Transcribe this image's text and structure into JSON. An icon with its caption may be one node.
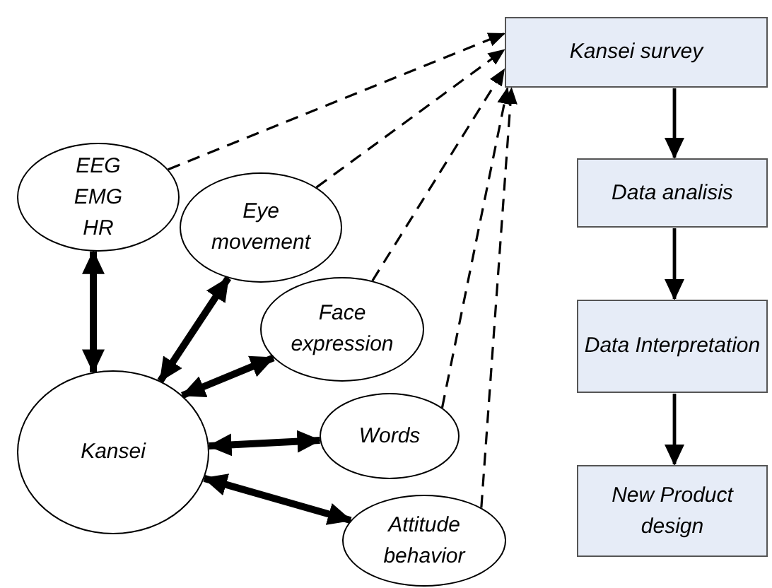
{
  "diagram": {
    "nodes": [
      {
        "text": [
          "Kansei survey"
        ]
      },
      {
        "text": [
          "EEG EMG HR"
        ]
      },
      {
        "text": [
          "Eye movement"
        ]
      },
      {
        "text": [
          "Data analisis"
        ]
      },
      {
        "text": [
          "Face expression"
        ]
      },
      {
        "text": [
          "Data Interpretation"
        ]
      },
      {
        "text": [
          "Kansei"
        ]
      },
      {
        "text": [
          "Words"
        ]
      },
      {
        "text": [
          "New Product design"
        ]
      },
      {
        "text": [
          "Attitude behavior"
        ]
      }
    ],
    "edges": [
      {
        "from": 1,
        "to": 0,
        "arrow": "to",
        "style": "dashed"
      },
      {
        "from": 2,
        "to": 0,
        "arrow": "to",
        "style": "dashed"
      },
      {
        "from": 4,
        "to": 0,
        "arrow": "to",
        "style": "dashed"
      },
      {
        "from": 7,
        "to": 0,
        "arrow": "to",
        "style": "dashed"
      },
      {
        "from": 9,
        "to": 0,
        "arrow": "to",
        "style": "dashed"
      },
      {
        "from": 6,
        "to": 1,
        "arrow": "both",
        "style": "thick"
      },
      {
        "from": 6,
        "to": 2,
        "arrow": "both",
        "style": "thick"
      },
      {
        "from": 6,
        "to": 4,
        "arrow": "both",
        "style": "thick"
      },
      {
        "from": 6,
        "to": 7,
        "arrow": "both",
        "style": "thick"
      },
      {
        "from": 6,
        "to": 9,
        "arrow": "both",
        "style": "thick"
      },
      {
        "from": 0,
        "to": 3,
        "arrow": "to"
      },
      {
        "from": 3,
        "to": 5,
        "arrow": "to"
      },
      {
        "from": 5,
        "to": 8,
        "arrow": "to"
      }
    ]
  }
}
